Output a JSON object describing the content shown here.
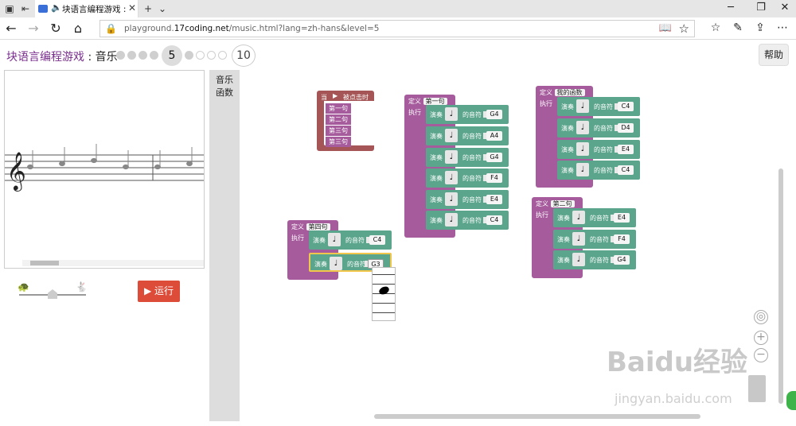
{
  "browser": {
    "tab_title": "块语言编程游戏 : 音",
    "url_prefix": "playground.",
    "url_domain": "17coding.net",
    "url_path": "/music.html?lang=zh-hans&level=5"
  },
  "page": {
    "title_main": "块语言编程游戏",
    "title_sep": " : ",
    "title_sub": "音乐",
    "current_level": "5",
    "max_level": "10",
    "help_label": "帮助"
  },
  "controls": {
    "run_label": "运行"
  },
  "toolbox": {
    "categories": [
      "音乐",
      "函数"
    ]
  },
  "blocks": {
    "event": {
      "when": "当",
      "clicked": "被点击时"
    },
    "event_calls": [
      "第一句",
      "第二句",
      "第三句",
      "第三句"
    ],
    "define": "定义",
    "exec": "执行",
    "play": "演奏",
    "of_note": "的音符",
    "defs": [
      {
        "name": "第一句",
        "notes": [
          "G4",
          "A4",
          "G4",
          "F4",
          "E4",
          "C4"
        ]
      },
      {
        "name": "我的函数",
        "notes": [
          "C4",
          "D4",
          "E4",
          "C4"
        ]
      },
      {
        "name": "第二句",
        "notes": [
          "E4",
          "F4",
          "G4"
        ]
      },
      {
        "name": "第四句",
        "notes": [
          "C4",
          "G3"
        ]
      }
    ]
  },
  "watermark": {
    "text": "Baidu经验",
    "sub": "jingyan.baidu.com"
  },
  "colors": {
    "procedure": "#a55b9c",
    "music": "#5ba58c",
    "event": "#a55555",
    "run": "#dd4b39"
  }
}
